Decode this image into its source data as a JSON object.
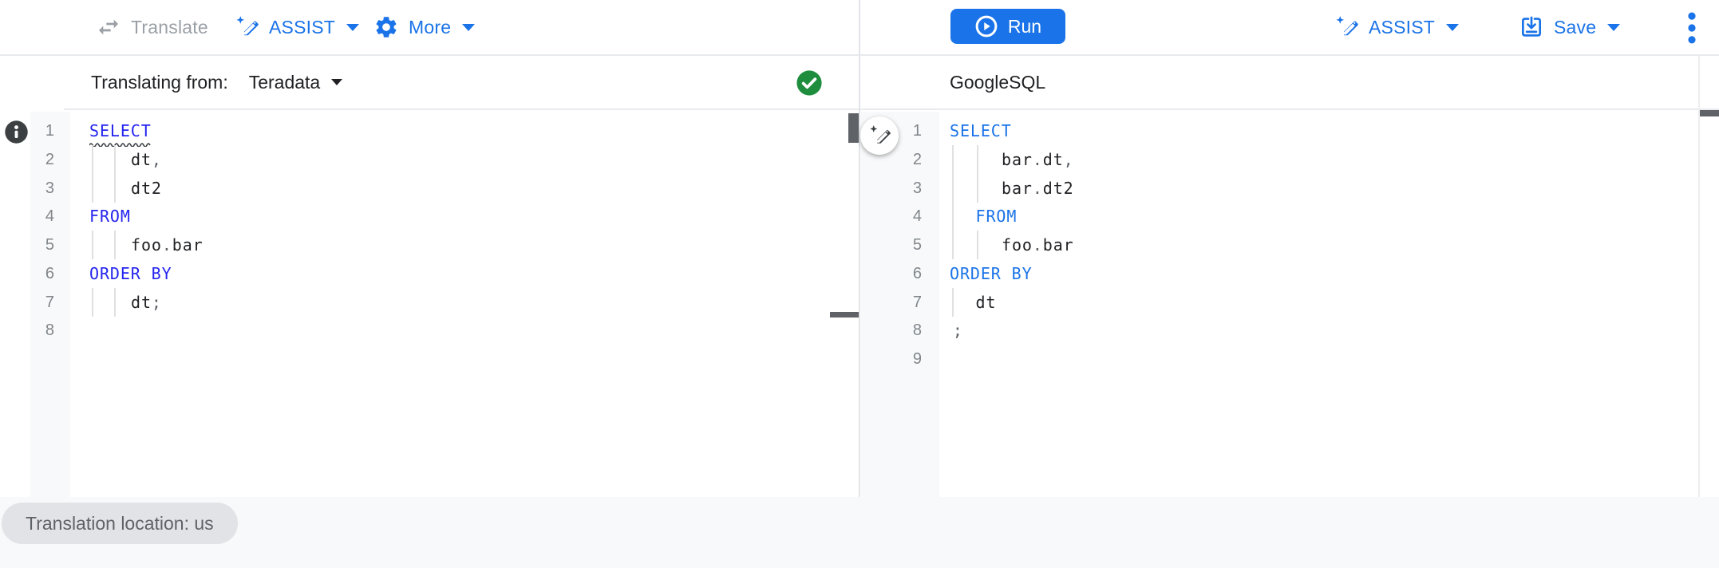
{
  "colors": {
    "accent_blue": "#1a73e8",
    "keyword_blue_source": "#2424ef",
    "keyword_blue_target": "#1a73e8",
    "disabled_gray": "#9aa0a6",
    "success_green": "#1e8e3e",
    "text_primary": "#202124",
    "punctuation_gray": "#5f6368",
    "gutter_bg": "#f8f9fa",
    "chip_bg": "#e2e3e6"
  },
  "toolbar_left": {
    "translate_label": "Translate",
    "assist_label": "ASSIST",
    "more_label": "More"
  },
  "toolbar_right": {
    "run_label": "Run",
    "assist_label": "ASSIST",
    "save_label": "Save"
  },
  "icons": {
    "translate": "swap-horizontal-arrows",
    "assist": "magic-pen-sparkle",
    "more": "gear",
    "run": "play-circle",
    "save": "save-box-down-arrow",
    "overflow": "vertical-kebab-dots",
    "source_status": "green-check-circle",
    "line_info": "dark-info-circle",
    "suggestion": "magic-pen-fab"
  },
  "left_pane": {
    "header_label": "Translating from:",
    "dialect": "Teradata",
    "lines": [
      {
        "n": 1,
        "indent": 0,
        "guides": [],
        "tokens": [
          {
            "type": "keyword",
            "text": "SELECT",
            "squiggle": true
          }
        ]
      },
      {
        "n": 2,
        "indent": 4,
        "guides": [
          0,
          2
        ],
        "tokens": [
          {
            "type": "txt",
            "text": "dt"
          },
          {
            "type": "punct",
            "text": ","
          }
        ]
      },
      {
        "n": 3,
        "indent": 4,
        "guides": [
          0,
          2
        ],
        "tokens": [
          {
            "type": "txt",
            "text": "dt2"
          }
        ]
      },
      {
        "n": 4,
        "indent": 0,
        "guides": [],
        "tokens": [
          {
            "type": "keyword",
            "text": "FROM"
          }
        ]
      },
      {
        "n": 5,
        "indent": 4,
        "guides": [
          0,
          2
        ],
        "tokens": [
          {
            "type": "txt",
            "text": "foo"
          },
          {
            "type": "punct",
            "text": "."
          },
          {
            "type": "txt",
            "text": "bar"
          }
        ]
      },
      {
        "n": 6,
        "indent": 0,
        "guides": [],
        "tokens": [
          {
            "type": "keyword",
            "text": "ORDER BY"
          }
        ]
      },
      {
        "n": 7,
        "indent": 4,
        "guides": [
          0,
          2
        ],
        "tokens": [
          {
            "type": "txt",
            "text": "dt"
          },
          {
            "type": "punct",
            "text": ";"
          }
        ]
      },
      {
        "n": 8,
        "indent": 0,
        "guides": [],
        "tokens": []
      }
    ]
  },
  "right_pane": {
    "header_label": "GoogleSQL",
    "lines": [
      {
        "n": 1,
        "indent": 0,
        "guides": [],
        "tokens": [
          {
            "type": "keyword",
            "text": "SELECT"
          }
        ]
      },
      {
        "n": 2,
        "indent": 5,
        "guides": [
          0,
          2.2
        ],
        "tokens": [
          {
            "type": "txt",
            "text": "bar"
          },
          {
            "type": "punct",
            "text": "."
          },
          {
            "type": "txt",
            "text": "dt"
          },
          {
            "type": "punct",
            "text": ","
          }
        ]
      },
      {
        "n": 3,
        "indent": 5,
        "guides": [
          0,
          2.2
        ],
        "tokens": [
          {
            "type": "txt",
            "text": "bar"
          },
          {
            "type": "punct",
            "text": "."
          },
          {
            "type": "txt",
            "text": "dt2"
          }
        ]
      },
      {
        "n": 4,
        "indent": 2.5,
        "guides": [
          0
        ],
        "tokens": [
          {
            "type": "keyword",
            "text": "FROM"
          }
        ]
      },
      {
        "n": 5,
        "indent": 5,
        "guides": [
          0,
          2.2
        ],
        "tokens": [
          {
            "type": "txt",
            "text": "foo"
          },
          {
            "type": "punct",
            "text": "."
          },
          {
            "type": "txt",
            "text": "bar"
          }
        ]
      },
      {
        "n": 6,
        "indent": 0,
        "guides": [],
        "tokens": [
          {
            "type": "keyword",
            "text": "ORDER BY"
          }
        ]
      },
      {
        "n": 7,
        "indent": 2.5,
        "guides": [
          0
        ],
        "tokens": [
          {
            "type": "txt",
            "text": "dt"
          }
        ]
      },
      {
        "n": 8,
        "indent": 0.3,
        "guides": [],
        "tokens": [
          {
            "type": "punct",
            "text": ";"
          }
        ]
      },
      {
        "n": 9,
        "indent": 0,
        "guides": [],
        "tokens": []
      }
    ]
  },
  "footer": {
    "location_chip": "Translation location: us"
  }
}
